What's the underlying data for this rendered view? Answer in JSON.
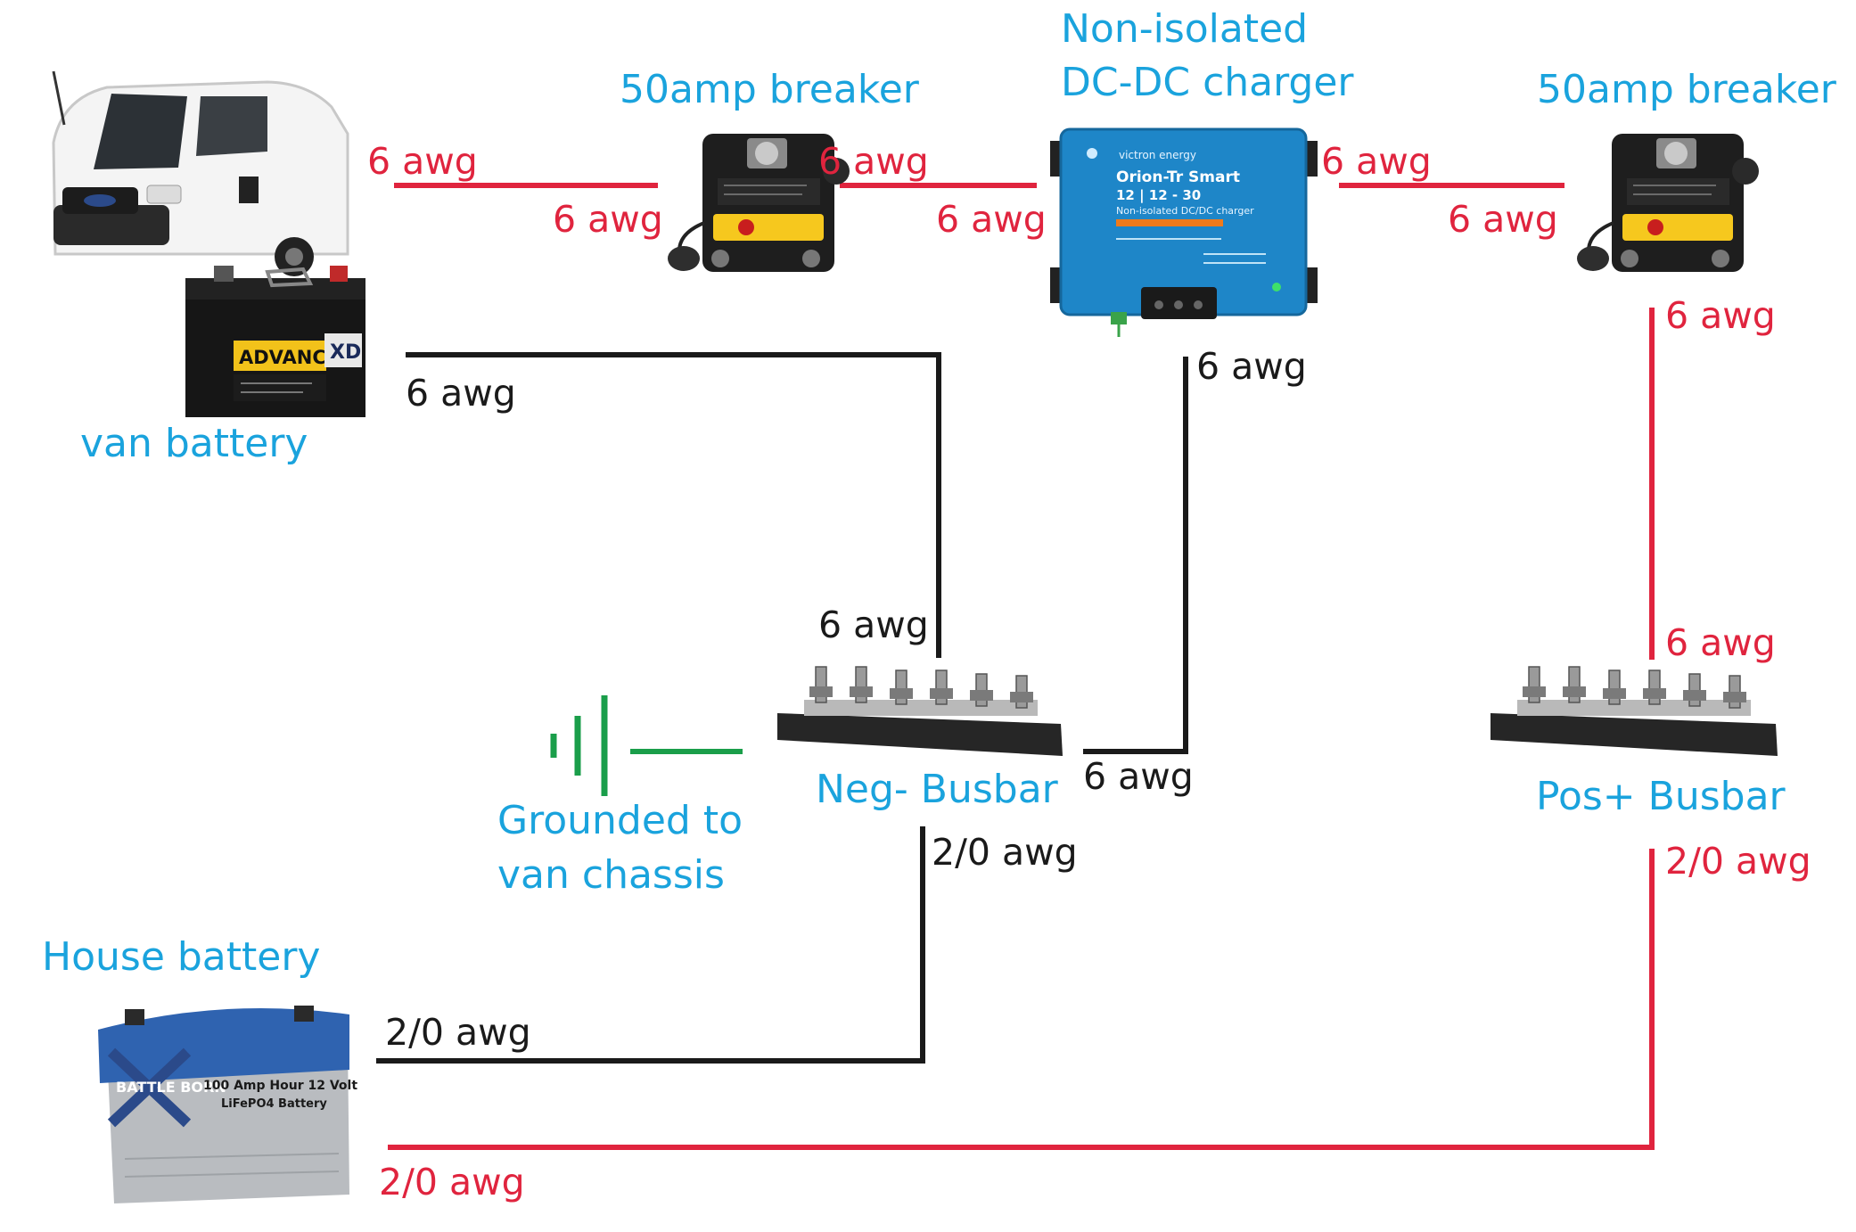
{
  "colors": {
    "positive_wire": "#e0243e",
    "negative_wire": "#1a1a1a",
    "ground": "#1a9e4a",
    "label_blue": "#1aa3dd",
    "charger_body": "#1e86c8"
  },
  "components": {
    "van_battery": "van battery",
    "breaker_1": "50amp breaker",
    "charger_line1": "Non-isolated",
    "charger_line2": "DC-DC charger",
    "breaker_2": "50amp breaker",
    "neg_busbar": "Neg- Busbar",
    "pos_busbar": "Pos+ Busbar",
    "ground_line1": "Grounded to",
    "ground_line2": "van chassis",
    "house_battery": "House battery"
  },
  "device_text": {
    "battery_brand": "ADVANCED",
    "battery_badge": "XD",
    "charger_brand": "victron energy",
    "charger_model": "Orion-Tr Smart",
    "charger_rating": "12 | 12 - 30",
    "charger_desc": "Non-isolated DC/DC charger",
    "house_brand": "BATTLE BORN",
    "house_spec1": "100 Amp Hour 12 Volt",
    "house_spec2": "LiFePO4 Battery"
  },
  "wire_labels": {
    "van_to_breaker_top": "6 awg",
    "van_to_breaker_bottom": "6 awg",
    "breaker_to_charger_top": "6 awg",
    "breaker_to_charger_bottom": "6 awg",
    "charger_to_breaker_top": "6 awg",
    "charger_to_breaker_bottom": "6 awg",
    "breaker_down": "6 awg",
    "pos_busbar_in": "6 awg",
    "van_neg": "6 awg",
    "neg_busbar_in": "6 awg",
    "charger_neg": "6 awg",
    "charger_neg_busbar": "6 awg",
    "neg_busbar_out": "2/0 awg",
    "house_neg": "2/0 awg",
    "pos_busbar_out": "2/0 awg",
    "house_pos": "2/0 awg"
  }
}
